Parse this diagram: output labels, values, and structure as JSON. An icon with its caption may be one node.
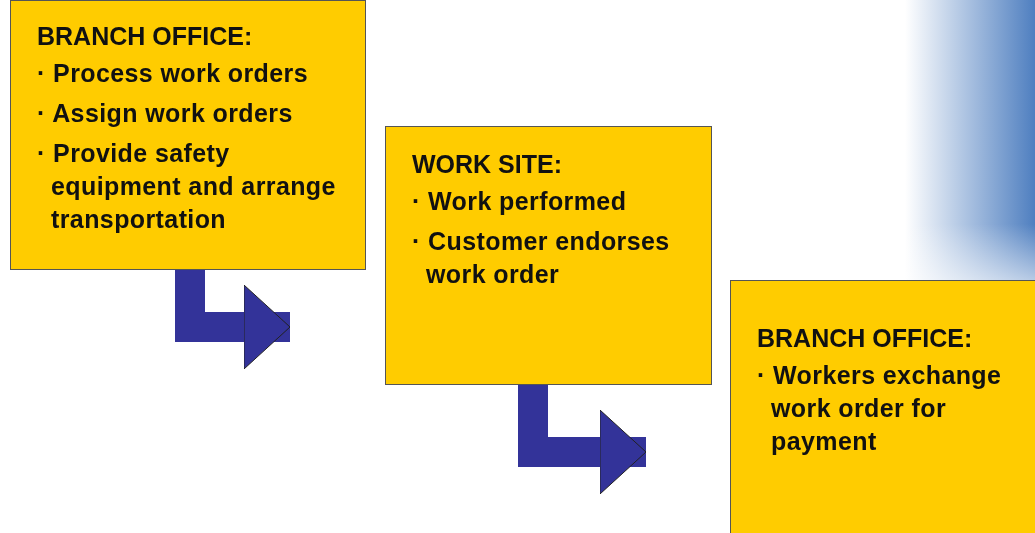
{
  "diagram": {
    "nodes": [
      {
        "text": [
          "BRANCH OFFICE:",
          "· Process work orders",
          "· Assign work orders",
          "· Provide safety equipment and arrange transportation"
        ]
      },
      {
        "text": [
          "WORK SITE:",
          "· Work performed",
          "· Customer endorses work order"
        ]
      },
      {
        "text": [
          "BRANCH OFFICE:",
          "· Workers exchange work order for payment"
        ]
      }
    ],
    "edges": [
      {
        "from": 0,
        "to": 1,
        "arrow": "to"
      },
      {
        "from": 1,
        "to": 2,
        "arrow": "to"
      }
    ]
  }
}
